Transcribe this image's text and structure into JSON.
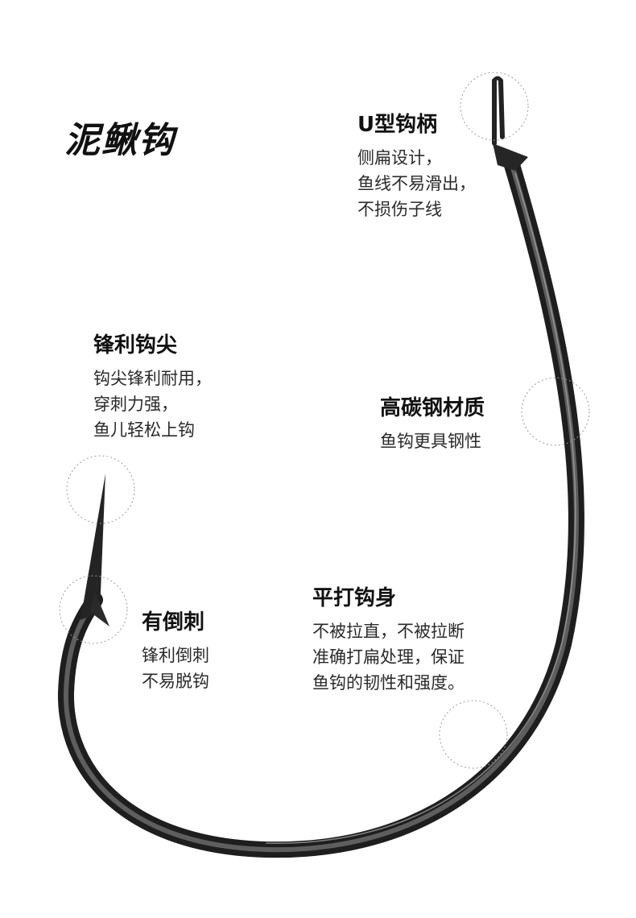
{
  "title": "泥鳅钩",
  "features": {
    "u_shank": {
      "heading": "U型钩柄",
      "lines": [
        "侧扁设计，",
        "鱼线不易滑出，",
        "不损伤子线"
      ]
    },
    "sharp_tip": {
      "heading": "锋利钩尖",
      "lines": [
        "钩尖锋利耐用，",
        "穿刺力强，",
        "鱼儿轻松上钩"
      ]
    },
    "high_carbon": {
      "heading": "高碳钢材质",
      "lines": [
        "鱼钩更具钢性"
      ]
    },
    "barb": {
      "heading": "有倒刺",
      "lines": [
        "锋利倒刺",
        "不易脱钩"
      ]
    },
    "flat_body": {
      "heading": "平打钩身",
      "lines": [
        "不被拉直，不被拉断",
        "准确打扁处理，保证",
        "鱼钩的韧性和强度。"
      ]
    }
  },
  "colors": {
    "hook_dark": "#1c1c1c",
    "hook_mid": "#4a4a4a",
    "hook_highlight": "#8a8a8a",
    "callout_circle": "#9a9a9a"
  }
}
